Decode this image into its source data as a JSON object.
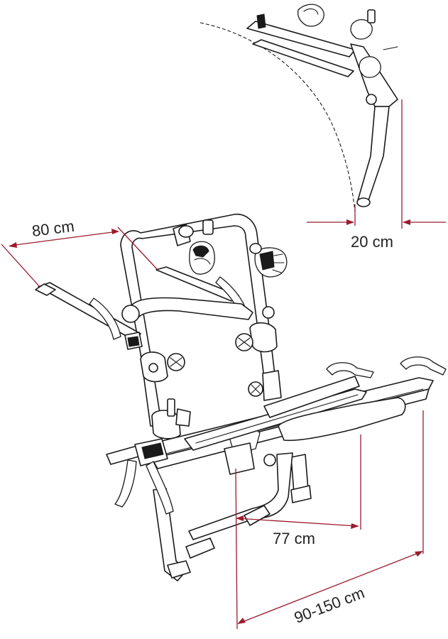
{
  "colors": {
    "dimension_line": "#9b1b2e",
    "outline": "#1a1a1a"
  },
  "dimensions": {
    "side_depth": "80 cm",
    "offset": "20 cm",
    "rail_spacing": "77 cm",
    "rail_length": "90-150 cm"
  }
}
